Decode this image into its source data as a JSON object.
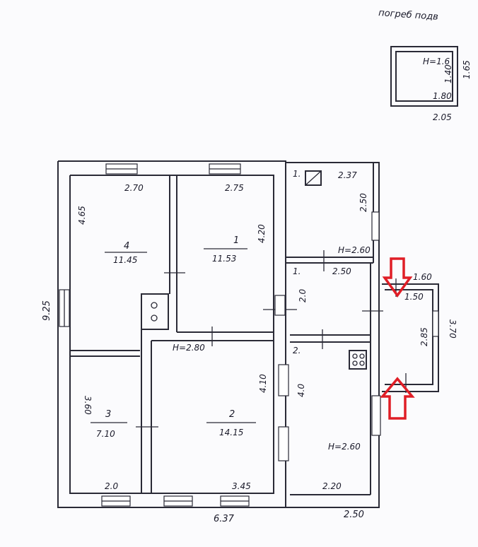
{
  "cellar": {
    "title": "погреб подв",
    "height": "H=1.6",
    "dim_side": "1.40",
    "dim_inner": "1.80",
    "dim_outer_side": "1.65",
    "dim_outer_bottom": "2.05"
  },
  "overall": {
    "height_dim": "9.25",
    "width_dim": "6.37",
    "annex_bottom_dim": "2.50"
  },
  "rooms": {
    "room4": {
      "number": "4",
      "area": "11.45",
      "width": "2.70",
      "depth": "4.65"
    },
    "room1": {
      "number": "1",
      "area": "11.53",
      "width": "2.75",
      "depth": "4.20"
    },
    "room3": {
      "number": "3",
      "area": "7.10",
      "depth": "3.60",
      "width": "2.0"
    },
    "room2": {
      "number": "2",
      "area": "14.15",
      "depth": "4.10",
      "width": "3.45"
    },
    "height_main": "H=2.80",
    "annex_top": {
      "number": "1.",
      "width": "2.37",
      "depth": "2.50",
      "height": "H=2.60"
    },
    "annex_mid": {
      "number": "1.",
      "width": "2.50",
      "depth": "2.0"
    },
    "annex_bottom": {
      "number": "2.",
      "depth": "4.0",
      "width": "2.20",
      "height": "H=2.60"
    },
    "porch": {
      "top": "1.60",
      "inner": "1.50",
      "depth": "2.85",
      "outer": "3.70"
    }
  },
  "accent_color": "#e01e26"
}
